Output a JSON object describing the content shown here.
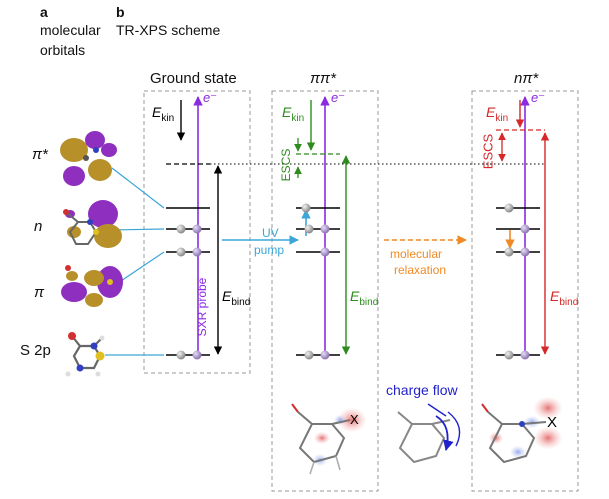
{
  "panel_a": {
    "letter": "a",
    "title_line1": "molecular",
    "title_line2": "orbitals",
    "orbital_labels": [
      "π*",
      "n",
      "π",
      "S 2p"
    ]
  },
  "panel_b": {
    "letter": "b",
    "title": "TR-XPS scheme",
    "columns": {
      "ground": "Ground state",
      "pipi": "ππ*",
      "npi": "nπ*"
    },
    "electron_label": "e⁻",
    "ekin_main": "E",
    "ekin_sub": "kin",
    "ebind_main": "E",
    "ebind_sub": "bind",
    "probe_label": "SXR probe",
    "escs_label": "ESCS",
    "pump_line1": "UV",
    "pump_line2": "pump",
    "relax_line1": "molecular",
    "relax_line2": "relaxation",
    "charge_flow": "charge flow",
    "atom_label": "X"
  },
  "colors": {
    "ground": "#000000",
    "pipi": "#2e8b1e",
    "npi": "#d62828",
    "probe": "#8a2be2",
    "pump": "#3aa7d8",
    "relaxation": "#f08a24",
    "charge": "#2222cc",
    "orbital_purple": "#8e2fc0",
    "orbital_gold": "#b8902a"
  }
}
